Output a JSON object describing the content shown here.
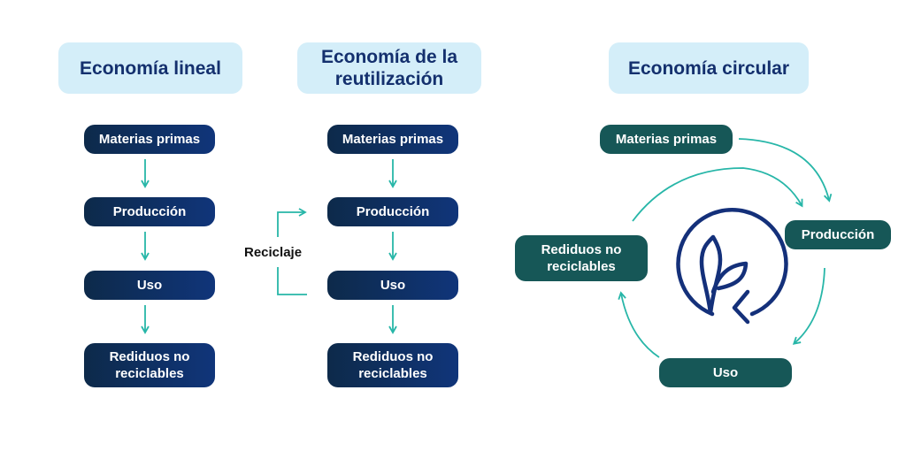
{
  "headers": {
    "linear": "Economía lineal",
    "reuse": "Economía de la reutilización",
    "circular": "Economía circular"
  },
  "linear": {
    "step1": "Materias primas",
    "step2": "Producción",
    "step3": "Uso",
    "step4": "Rediduos no reciclables"
  },
  "reuse": {
    "step1": "Materias primas",
    "step2": "Producción",
    "step3": "Uso",
    "step4": "Rediduos no reciclables",
    "loop_label": "Reciclaje"
  },
  "circular": {
    "raw": "Materias primas",
    "production": "Producción",
    "use": "Uso",
    "waste": "Rediduos no reciclables",
    "center_icon": "leaf-cycle-icon"
  },
  "colors": {
    "header_bg": "#d4eef9",
    "header_text": "#14306e",
    "pill_dark_start": "#0d2a4a",
    "pill_dark_end": "#10357a",
    "pill_teal": "#165757",
    "arrow": "#27b6a8",
    "icon": "#14307a"
  }
}
